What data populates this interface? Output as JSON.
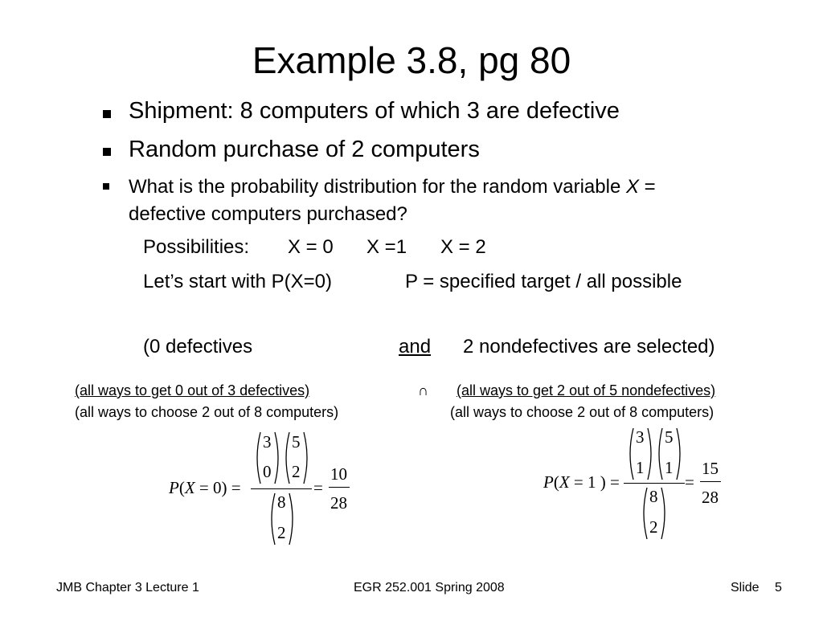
{
  "slide": {
    "title": "Example 3.8, pg 80",
    "bullets": [
      "Shipment: 8 computers of which 3 are defective",
      "Random purchase of 2 computers"
    ],
    "bullet3": {
      "pre": "What is the probability distribution for the random variable ",
      "var": "X",
      "post": " =",
      "line2": "defective computers purchased?"
    },
    "possibilities": {
      "label": "Possibilities:",
      "x0": "X = 0",
      "x1": "X =1",
      "x2": "X = 2"
    },
    "start_line": {
      "left": "Let’s start with P(X=0)",
      "right": "P = specified target / all possible"
    },
    "selection_line": {
      "left": "(0 defectives",
      "and": "and",
      "right": "2 nondefectives are selected)"
    },
    "ways": {
      "num_left": "(all ways to get 0 out of 3 defectives)",
      "intersect": "∩",
      "num_right": "(all ways to get 2 out of 5 nondefectives)",
      "den_left": "(all ways to choose 2 out of 8 computers)",
      "den_right": "(all ways to choose 2 out of 8 computers)"
    },
    "eq0": {
      "lhs_P": "P",
      "lhs_open": "(",
      "lhs_X": "X",
      "lhs_rest": " = 0) =",
      "c1_top": "3",
      "c1_bot": "0",
      "c2_top": "5",
      "c2_bot": "2",
      "c3_top": "8",
      "c3_bot": "2",
      "eq": "=",
      "frac_num": "10",
      "frac_den": "28"
    },
    "eq1": {
      "lhs_P": "P",
      "lhs_open": "(",
      "lhs_X": "X",
      "lhs_rest": " = 1 ) =",
      "c1_top": "3",
      "c1_bot": "1",
      "c2_top": "5",
      "c2_bot": "1",
      "c3_top": "8",
      "c3_bot": "2",
      "eq": "=",
      "frac_num": "15",
      "frac_den": "28"
    },
    "footer": {
      "left": "JMB Chapter 3 Lecture 1",
      "center": "EGR 252.001 Spring 2008",
      "slide_label": "Slide",
      "slide_num": "5"
    }
  }
}
